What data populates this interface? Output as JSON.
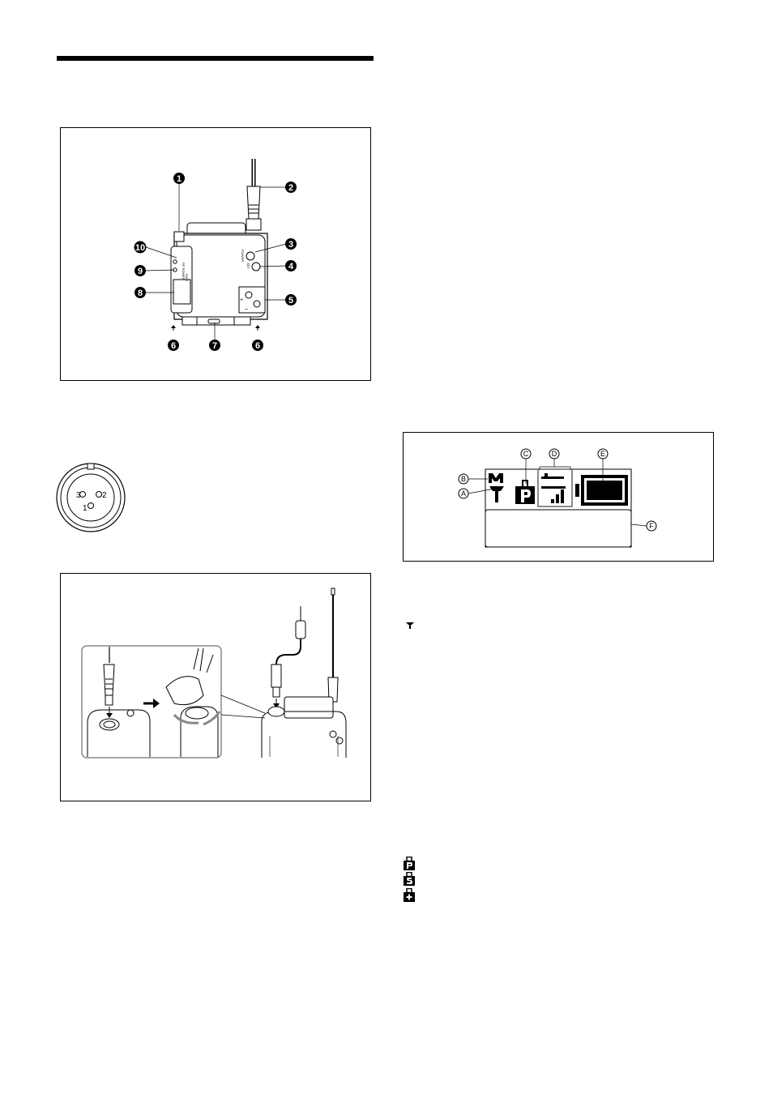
{
  "figure1": {
    "callouts": [
      "1",
      "2",
      "3",
      "4",
      "5",
      "6",
      "7",
      "6",
      "8",
      "9",
      "10"
    ],
    "device_labels": {
      "power": "POWER",
      "set": "SET",
      "plus": "+",
      "minus": "–",
      "rf_power": "RF POWER",
      "pair": "PAIR",
      "ch": "CH"
    }
  },
  "connector": {
    "pins": [
      "1",
      "2",
      "3"
    ]
  },
  "display": {
    "callouts": [
      "A",
      "B",
      "C",
      "D",
      "E",
      "F"
    ]
  }
}
